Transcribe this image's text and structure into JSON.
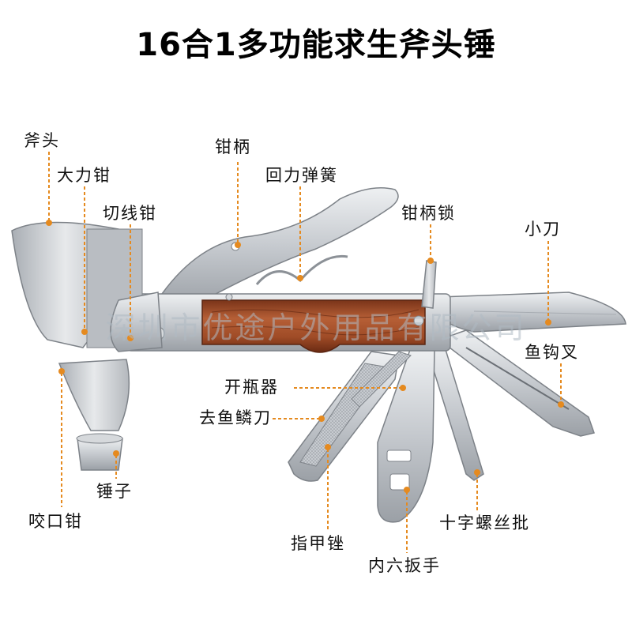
{
  "title": "16合1多功能求生斧头锤",
  "watermark": "深圳市优途户外用品有限公司",
  "colors": {
    "leader": "#e58a1f",
    "steel": "#c9ccd0",
    "steel_dark": "#8f949a",
    "wood": "#a0502e",
    "wood_dark": "#6e2c14"
  },
  "callouts": [
    {
      "id": "axe-head",
      "text": "斧头"
    },
    {
      "id": "locking-pliers",
      "text": "大力钳"
    },
    {
      "id": "wire-cutter",
      "text": "切线钳"
    },
    {
      "id": "plier-handle",
      "text": "钳柄"
    },
    {
      "id": "return-spring",
      "text": "回力弹簧"
    },
    {
      "id": "handle-lock",
      "text": "钳柄锁"
    },
    {
      "id": "small-knife",
      "text": "小刀"
    },
    {
      "id": "fish-hook-fork",
      "text": "鱼钩叉"
    },
    {
      "id": "bottle-opener",
      "text": "开瓶器"
    },
    {
      "id": "fish-scaler",
      "text": "去鱼鳞刀"
    },
    {
      "id": "hammer",
      "text": "锤子"
    },
    {
      "id": "bite-pliers",
      "text": "咬口钳"
    },
    {
      "id": "nail-file",
      "text": "指甲锉"
    },
    {
      "id": "hex-wrench",
      "text": "内六扳手"
    },
    {
      "id": "phillips-screwdriver",
      "text": "十字螺丝批"
    }
  ]
}
